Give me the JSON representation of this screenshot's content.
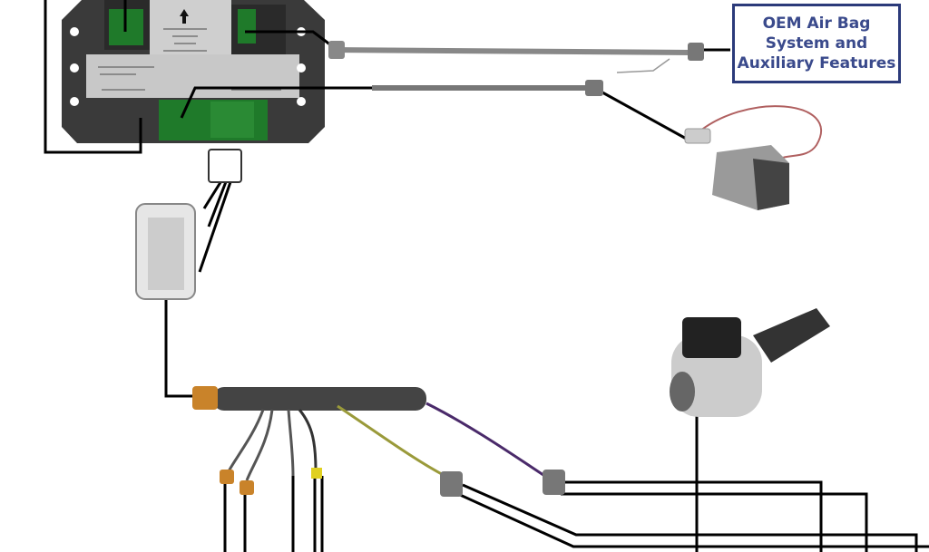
{
  "oem_box": {
    "line1": "OEM Air Bag",
    "line2": "System and",
    "line3": "Auxiliary Features",
    "border_color": "#2b3a7a",
    "text_color": "#3a4a8c"
  },
  "colors": {
    "module_body": "#3a3a3a",
    "module_connector": "#1f7a2a",
    "harness": "#444444",
    "wire": "#000000",
    "connector_orange": "#c9832a"
  }
}
